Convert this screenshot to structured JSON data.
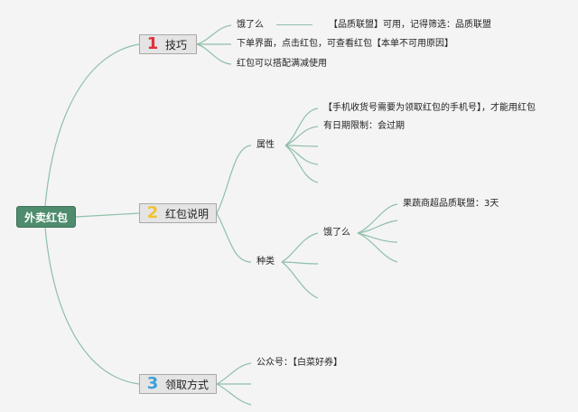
{
  "root": {
    "label": "外卖红包"
  },
  "topics": [
    {
      "number": "1",
      "label": "技巧",
      "number_color": "#e0303b",
      "items": [
        {
          "left": "饿了么",
          "right": "【品质联盟】可用，记得筛选：品质联盟"
        },
        {
          "text": "下单界面，点击红包，可查看红包【本单不可用原因】"
        },
        {
          "text": "红包可以搭配满减使用"
        }
      ]
    },
    {
      "number": "2",
      "label": "红包说明",
      "number_color": "#f3c033",
      "groups": [
        {
          "label": "属性",
          "items": [
            "【手机收货号需要为领取红包的手机号】，才能用红包",
            "有日期限制：会过期"
          ]
        },
        {
          "label": "种类",
          "sub": {
            "label": "饿了么",
            "items": [
              "果蔬商超品质联盟：3天"
            ]
          }
        }
      ]
    },
    {
      "number": "3",
      "label": "领取方式",
      "number_color": "#3aa0d8",
      "items": [
        {
          "text": "公众号：【白菜好券】"
        }
      ]
    }
  ],
  "colors": {
    "line": "#8fbfa9",
    "root_fill": "#4e8c6d",
    "topic_fill": "#e4e4e4"
  }
}
